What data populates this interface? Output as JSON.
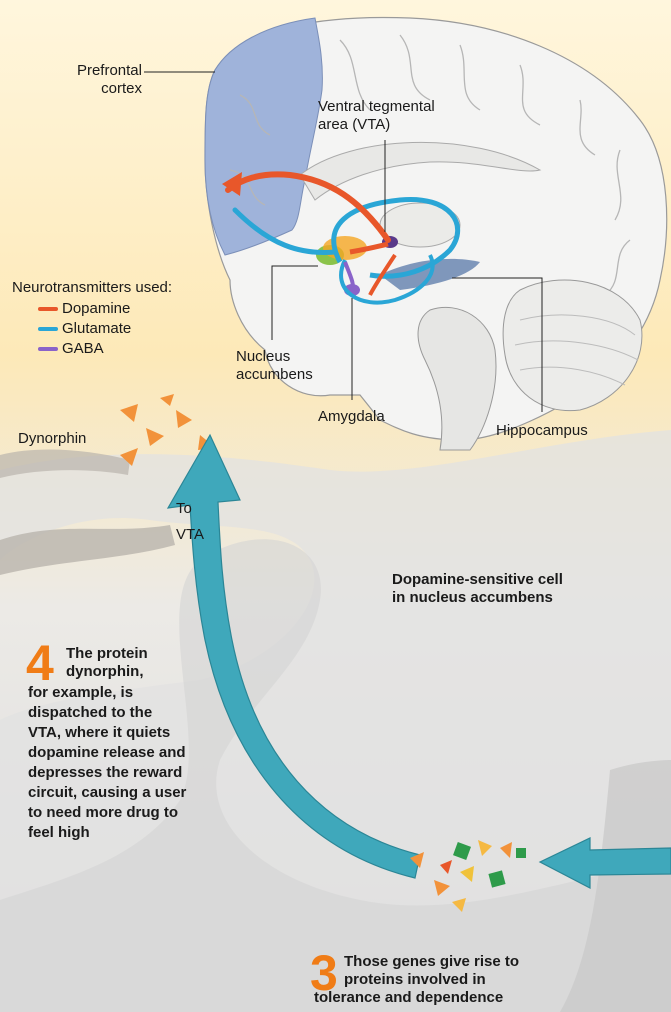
{
  "labels": {
    "prefrontal": [
      "Prefrontal",
      "cortex"
    ],
    "vta": [
      "Ventral tegmental",
      "area (VTA)"
    ],
    "nucleus": [
      "Nucleus",
      "accumbens"
    ],
    "amygdala": "Amygdala",
    "hippocampus": "Hippocampus",
    "dynorphin": "Dynorphin",
    "to_vta": [
      "To",
      "VTA"
    ],
    "dopamine_cell": [
      "Dopamine-sensitive cell",
      "in nucleus accumbens"
    ]
  },
  "legend": {
    "title": "Neurotransmitters used:",
    "items": [
      {
        "label": "Dopamine",
        "color": "#e8572a"
      },
      {
        "label": "Glutamate",
        "color": "#2aa6d6"
      },
      {
        "label": "GABA",
        "color": "#8a63c9"
      }
    ]
  },
  "step4": {
    "number": "4",
    "lines": [
      "The protein",
      "dynorphin,",
      "for example, is",
      "dispatched to the",
      "VTA, where it quiets",
      "dopamine release and",
      "depresses the reward",
      "circuit, causing a user",
      "to need more drug to",
      "feel high"
    ]
  },
  "step3": {
    "number": "3",
    "lines": [
      "Those genes give rise to",
      "proteins involved in",
      "tolerance and dependence"
    ]
  },
  "colors": {
    "brain_fill": "#f3f3f3",
    "prefrontal_fill": "#9fb3da",
    "arrow_teal": "#2f9fb4",
    "accent_orange": "#f07c16"
  }
}
